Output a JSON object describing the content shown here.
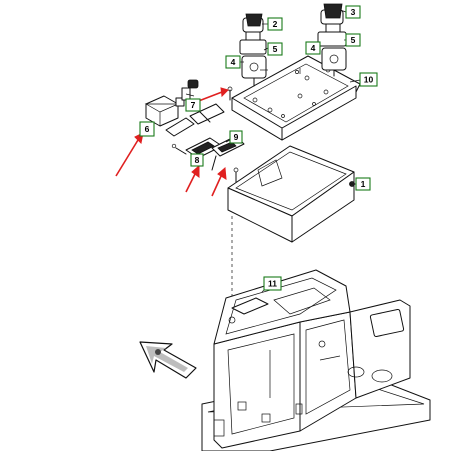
{
  "callouts": {
    "c1": "1",
    "c2": "2",
    "c3": "3",
    "c4a": "4",
    "c4b": "4",
    "c5a": "5",
    "c5b": "5",
    "c6": "6",
    "c7": "7",
    "c8": "8",
    "c9": "9",
    "c10": "10",
    "c11": "11"
  },
  "colors": {
    "callout_border": "#1a7a1a",
    "arrow": "#e02020",
    "ink": "#111111"
  },
  "icons": {
    "pointer": "hand-pointer-arrow-icon"
  }
}
